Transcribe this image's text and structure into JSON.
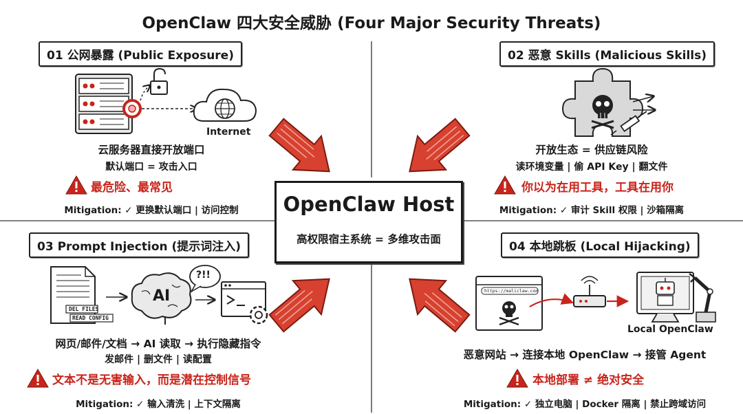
{
  "title": "OpenClaw 四大安全威胁 (Four Major Security Threats)",
  "host": {
    "title": "OpenClaw Host",
    "subtitle": "高权限宿主系统 = 多维攻击面"
  },
  "threats": [
    {
      "tag": "01 公网暴露 (Public Exposure)",
      "icon_label": "Internet",
      "line1": "云服务器直接开放端口",
      "line2": "默认端口 = 攻击入口",
      "warning": "最危险、最常见",
      "mitigation": "Mitigation: ✓ 更换默认端口 | 访问控制"
    },
    {
      "tag": "02 恶意 Skills (Malicious Skills)",
      "line1": "开放生态 = 供应链风险",
      "line2": "读环境变量 | 偷 API Key | 翻文件",
      "warning": "你以为在用工具，工具在用你",
      "mitigation": "Mitigation: ✓ 审计 Skill 权限 | 沙箱隔离"
    },
    {
      "tag": "03 Prompt Injection (提示词注入)",
      "doc_label1": "DEL FILES",
      "doc_label2": "READ CONFIG",
      "ai_label": "AI",
      "bubble_label": "?!!",
      "line1": "网页/邮件/文档 → AI 读取 → 执行隐藏指令",
      "line2": "发邮件 | 删文件 | 读配置",
      "warning": "文本不是无害输入，而是潜在控制信号",
      "mitigation": "Mitigation: ✓ 输入清洗 | 上下文隔离"
    },
    {
      "tag": "04 本地跳板 (Local Hijacking)",
      "url_label": "https://maliclaw.com",
      "icon_label": "Local OpenClaw",
      "line1": "恶意网站 → 连接本地 OpenClaw → 接管 Agent",
      "warning": "本地部署 ≠ 绝对安全",
      "mitigation": "Mitigation: ✓ 独立电脑 | Docker 隔离 | 禁止跨域访问"
    }
  ],
  "colors": {
    "accent_red": "#c8241b",
    "arrow_red": "#d8412f",
    "ink": "#1a1a1a"
  },
  "icons": [
    "server-icon",
    "lock-icon",
    "cloud-globe-icon",
    "puzzle-skull-icon",
    "syringe-icon",
    "document-icon",
    "brain-icon",
    "terminal-gear-icon",
    "browser-skull-icon",
    "router-icon",
    "robot-monitor-icon",
    "robot-arm-icon",
    "warning-icon"
  ]
}
